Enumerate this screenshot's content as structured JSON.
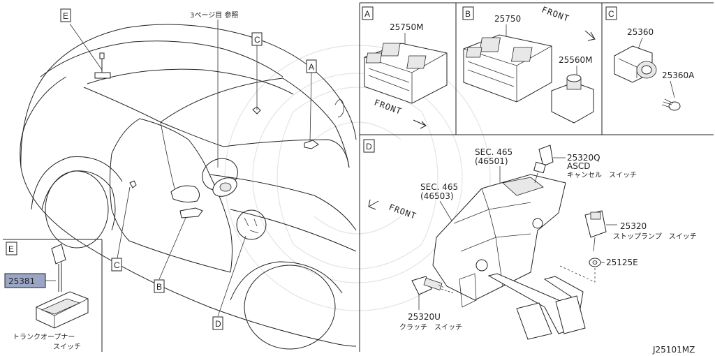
{
  "diagram_id": "J25101MZ",
  "page_ref_note": "3ページ目 参照",
  "callouts": {
    "car_e": "E",
    "car_c1": "C",
    "car_a": "A",
    "car_c2": "C",
    "car_b": "B",
    "car_d": "D"
  },
  "panels": {
    "A": {
      "letter": "A",
      "part": "25750M",
      "front": "FRONT"
    },
    "B": {
      "letter": "B",
      "part_main": "25750",
      "part_sub": "25560M",
      "front": "FRONT"
    },
    "C": {
      "letter": "C",
      "part_main": "25360",
      "part_sub": "25360A"
    },
    "D": {
      "letter": "D",
      "sec1_code": "SEC. 465",
      "sec1_num": "(46501)",
      "sec2_code": "SEC. 465",
      "sec2_num": "(46503)",
      "front": "FRONT",
      "p1_num": "25320Q",
      "p1_line2": "ASCD",
      "p1_line3": "キャンセル　スイッチ",
      "p2_num": "25320",
      "p2_name": "ストップランプ　スイッチ",
      "p3_num": "25125E",
      "p4_num": "25320U",
      "p4_name": "クラッチ　スイッチ"
    },
    "E": {
      "letter": "E",
      "part": "25381",
      "name_line1": "トランクオープナー",
      "name_line2": "スイッチ",
      "highlight": "#9aa6c4"
    }
  }
}
